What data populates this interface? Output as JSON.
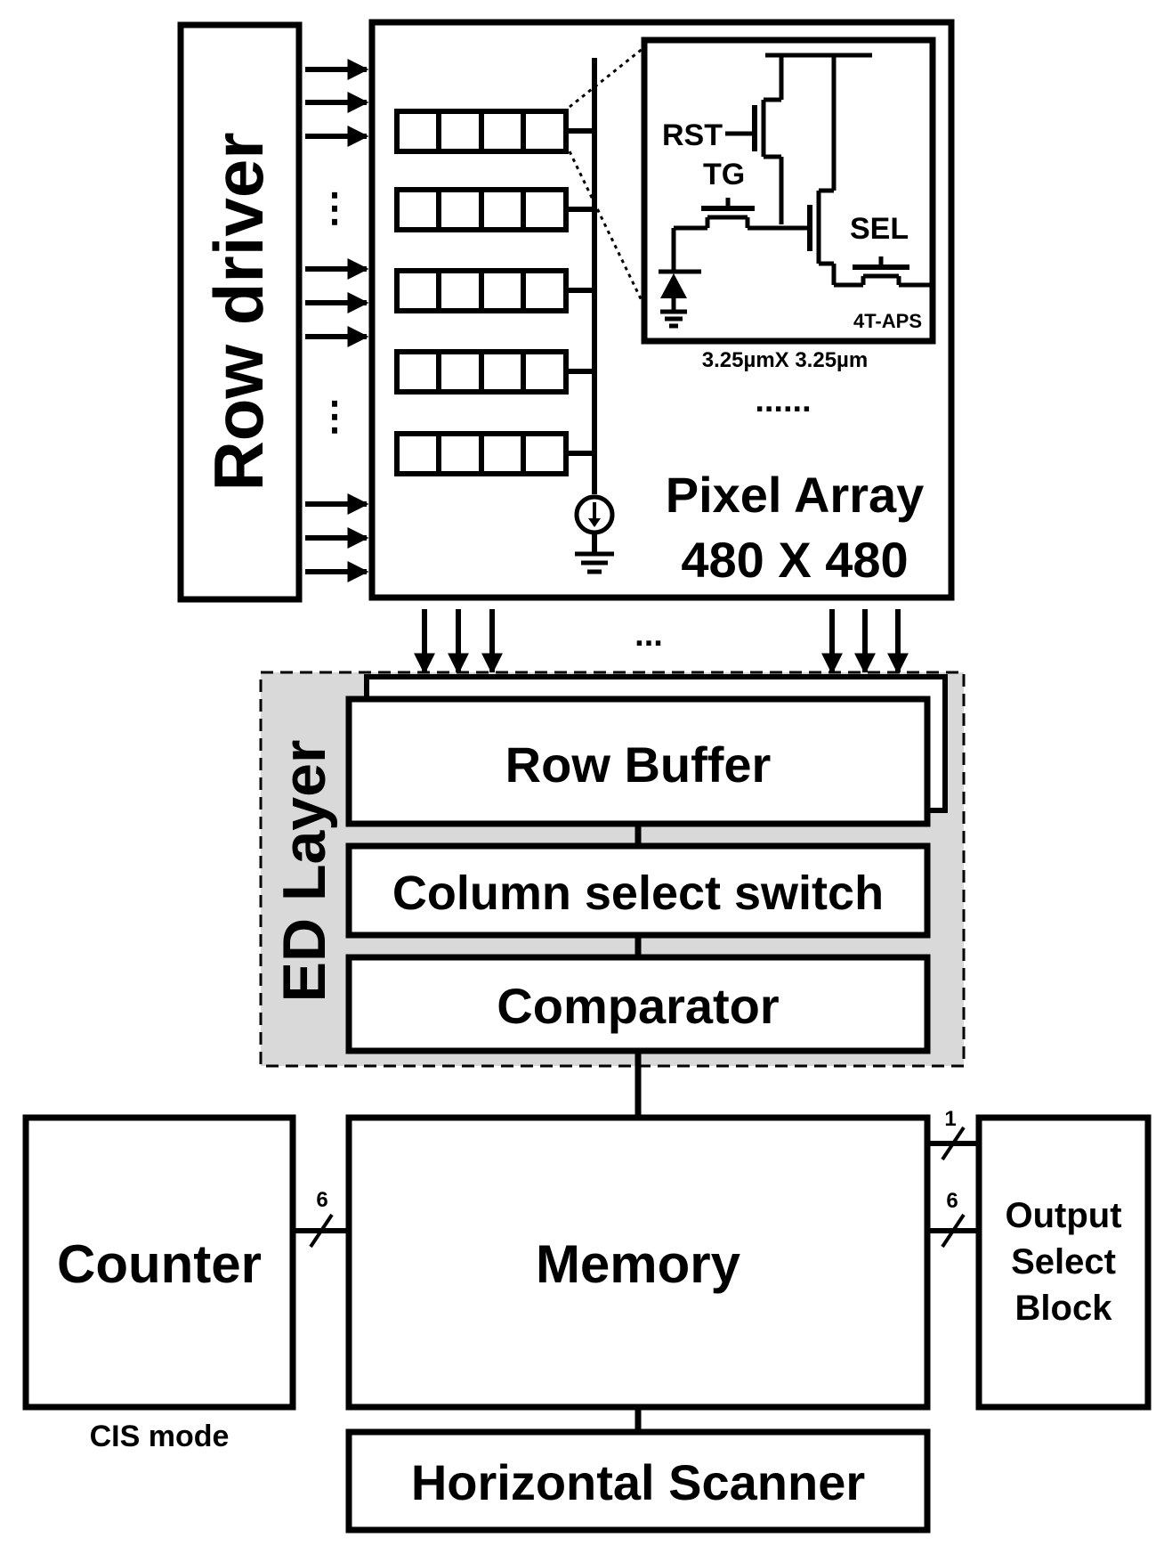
{
  "row_driver": {
    "label": "Row driver"
  },
  "pixel_array": {
    "title_line1": "Pixel Array",
    "title_line2": "480 X 480"
  },
  "pixel_circuit": {
    "rst": "RST",
    "tg": "TG",
    "sel": "SEL",
    "type": "4T-APS",
    "size": "3.25µmX 3.25µm"
  },
  "ellipsis": {
    "dots": "⋮",
    "row": "......",
    "cols": "..."
  },
  "ed_layer": {
    "label": "ED Layer",
    "row_buffer": "Row Buffer",
    "column_select": "Column select switch",
    "comparator": "Comparator"
  },
  "memory": {
    "label": "Memory"
  },
  "counter": {
    "label": "Counter",
    "mode": "CIS mode",
    "bus_width": "6"
  },
  "output_select": {
    "line1": "Output",
    "line2": "Select",
    "line3": "Block",
    "bus_top": "1",
    "bus_bottom": "6"
  },
  "horizontal_scanner": {
    "label": "Horizontal Scanner"
  }
}
